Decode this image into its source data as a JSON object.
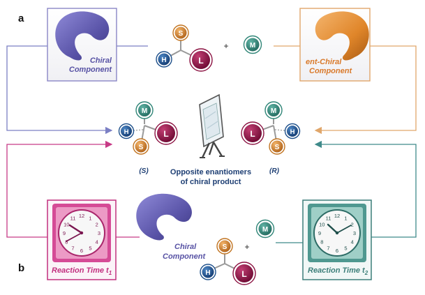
{
  "panel_labels": {
    "a": "a",
    "b": "b"
  },
  "top": {
    "chiral_component": [
      "Chiral",
      "Component"
    ],
    "ent_chiral_component": [
      "ent-Chiral",
      "Component"
    ],
    "plus": "+",
    "reagent": "M"
  },
  "center": {
    "s_label": "(S)",
    "r_label": "(R)",
    "caption": [
      "Opposite enantiomers",
      "of chiral product"
    ]
  },
  "bottom": {
    "chiral_component": [
      "Chiral",
      "Component"
    ],
    "plus": "+",
    "reagent": "M",
    "reaction_time_1": "Reaction Time t",
    "reaction_time_1_sub": "1",
    "reaction_time_2": "Reaction Time t",
    "reaction_time_2_sub": "2"
  },
  "atoms": {
    "S": "S",
    "H": "H",
    "L": "L",
    "M": "M"
  },
  "clock_numbers": [
    "12",
    "1",
    "2",
    "3",
    "4",
    "5",
    "6",
    "7",
    "8",
    "9",
    "10",
    "11"
  ],
  "colors": {
    "blue_line": "#7b7fc4",
    "orange_line": "#e0a66a",
    "magenta_line": "#c73a86",
    "teal_line": "#3f8a8a",
    "chiral_blob": "#5b56a8",
    "ent_blob": "#e08a30",
    "atom_S": "#c1731f",
    "atom_H": "#1d4f8a",
    "atom_L": "#8a1040",
    "atom_M": "#2f8577",
    "clock1_frame": "#c2307f",
    "clock2_frame": "#3d7f7a"
  }
}
